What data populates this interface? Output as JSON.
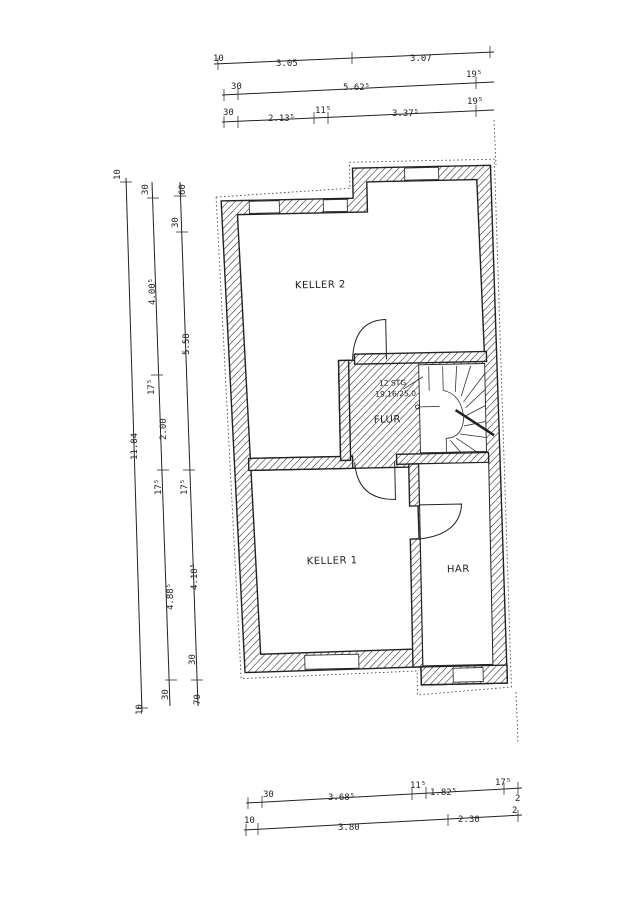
{
  "rooms": {
    "keller2": "KELLER 2",
    "keller1": "KELLER 1",
    "flur": "FLUR",
    "har": "HAR",
    "stairs_count": "12 STG",
    "stairs_dims": "19,16/25,0"
  },
  "dims_top": {
    "row1": [
      "10",
      "3.05",
      "3.07"
    ],
    "row2": [
      "30",
      "5.62⁵",
      "19⁵"
    ],
    "row3": [
      "30",
      "2.13⁵",
      "11⁵",
      "3.37⁵",
      "19⁵"
    ]
  },
  "dims_bottom": {
    "row1": [
      "30",
      "3.68⁵",
      "11⁵",
      "1.82⁵",
      "17⁵",
      "2"
    ],
    "row2": [
      "10",
      "3.80",
      "2.30",
      "2"
    ]
  },
  "dims_left": {
    "col1": [
      "10",
      "11.84",
      "10"
    ],
    "col2": [
      "30",
      "4.00⁵",
      "17⁵",
      "2.00",
      "17⁵",
      "4.88⁵",
      "30"
    ],
    "col3": [
      "30",
      "60",
      "5.58",
      "17⁵",
      "4.18⁵",
      "30",
      "70"
    ]
  }
}
